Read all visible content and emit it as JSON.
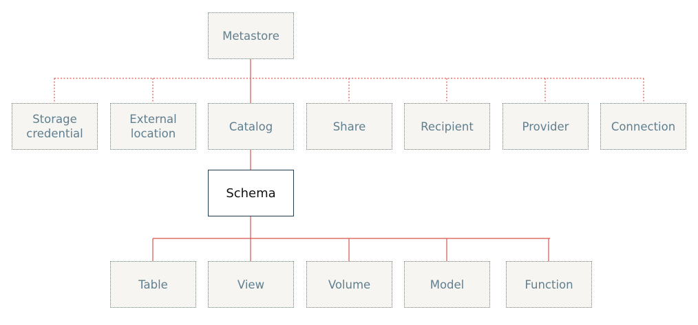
{
  "colors": {
    "connector": "#d9534a",
    "node_fill": "#f7f5f2",
    "node_border": "#6b7a74",
    "node_text": "#5f7f8f",
    "highlight_border": "#1f3a4a",
    "highlight_text": "#111111"
  },
  "root": {
    "label": "Metastore"
  },
  "level1": [
    {
      "label": "Storage\ncredential"
    },
    {
      "label": "External\nlocation"
    },
    {
      "label": "Catalog"
    },
    {
      "label": "Share"
    },
    {
      "label": "Recipient"
    },
    {
      "label": "Provider"
    },
    {
      "label": "Connection"
    }
  ],
  "level2": {
    "label": "Schema"
  },
  "level3": [
    {
      "label": "Table"
    },
    {
      "label": "View"
    },
    {
      "label": "Volume"
    },
    {
      "label": "Model"
    },
    {
      "label": "Function"
    }
  ]
}
